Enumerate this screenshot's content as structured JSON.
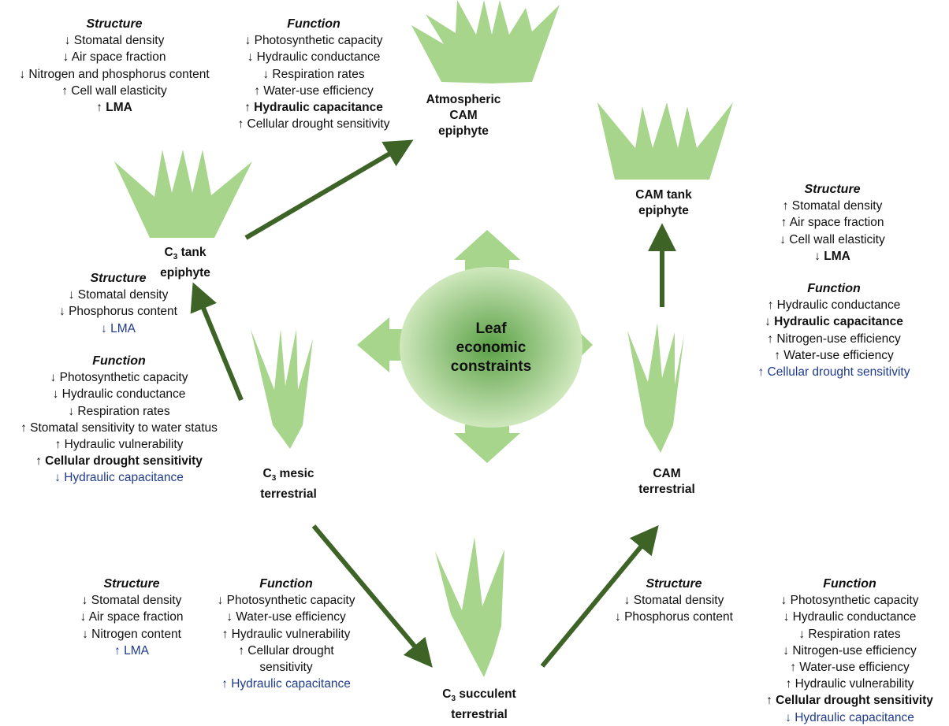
{
  "center": {
    "label_lines": [
      "Leaf",
      "economic",
      "constraints"
    ]
  },
  "nodes": {
    "atm_cam": {
      "lines": [
        "Atmospheric",
        "CAM",
        "epiphyte"
      ]
    },
    "c3_tank": {
      "line1_pre": "C",
      "line1_sub": "3",
      "line1_post": " tank",
      "line2": "epiphyte"
    },
    "cam_tank": {
      "lines": [
        "CAM tank",
        "epiphyte"
      ]
    },
    "c3_mesic": {
      "line1_pre": "C",
      "line1_sub": "3",
      "line1_post": " mesic",
      "line2": "terrestrial"
    },
    "cam_terr": {
      "lines": [
        "CAM",
        "terrestrial"
      ]
    },
    "c3_succ": {
      "line1_pre": "C",
      "line1_sub": "3",
      "line1_post": " succulent",
      "line2": "terrestrial"
    }
  },
  "blocks": {
    "atm_structure": {
      "title": "Structure",
      "lines": [
        {
          "t": "↓ Stomatal density"
        },
        {
          "t": "↓ Air space fraction"
        },
        {
          "t": "↓ Nitrogen and phosphorus content"
        },
        {
          "t": "↑ Cell wall elasticity"
        },
        {
          "t": "↑ LMA",
          "s": "bold"
        }
      ]
    },
    "atm_function": {
      "title": "Function",
      "lines": [
        {
          "t": "↓ Photosynthetic capacity"
        },
        {
          "t": "↓ Hydraulic conductance"
        },
        {
          "t": "↓ Respiration rates"
        },
        {
          "t": "↑ Water-use efficiency"
        },
        {
          "t": "↑ Hydraulic capacitance",
          "s": "bold"
        },
        {
          "t": "↑ Cellular drought sensitivity"
        }
      ]
    },
    "camtank_structure": {
      "title": "Structure",
      "lines": [
        {
          "t": "↑ Stomatal density"
        },
        {
          "t": "↑ Air space fraction"
        },
        {
          "t": "↓ Cell wall elasticity"
        },
        {
          "t": "↓ LMA",
          "s": "bold"
        }
      ]
    },
    "camtank_function": {
      "title": "Function",
      "lines": [
        {
          "t": "↑ Hydraulic conductance"
        },
        {
          "t": "↓ Hydraulic capacitance",
          "s": "bold"
        },
        {
          "t": "↑ Nitrogen-use efficiency"
        },
        {
          "t": "↑ Water-use efficiency"
        },
        {
          "t": "↑ Cellular drought sensitivity",
          "s": "blue"
        }
      ]
    },
    "c3tank_structure": {
      "title": "Structure",
      "lines": [
        {
          "t": "↓ Stomatal density"
        },
        {
          "t": "↓ Phosphorus content"
        },
        {
          "t": "↓ LMA",
          "s": "blue"
        }
      ]
    },
    "c3tank_function": {
      "title": "Function",
      "lines": [
        {
          "t": "↓ Photosynthetic capacity"
        },
        {
          "t": "↓ Hydraulic conductance"
        },
        {
          "t": "↓ Respiration rates"
        },
        {
          "t": "↑ Stomatal sensitivity to water status"
        },
        {
          "t": "↑ Hydraulic vulnerability"
        },
        {
          "t": "↑ Cellular drought sensitivity",
          "s": "bold"
        },
        {
          "t": "↓ Hydraulic capacitance",
          "s": "blue"
        }
      ]
    },
    "succ_structure": {
      "title": "Structure",
      "lines": [
        {
          "t": "↓ Stomatal density"
        },
        {
          "t": "↓ Air space fraction"
        },
        {
          "t": "↓ Nitrogen content"
        },
        {
          "t": "↑ LMA",
          "s": "blue"
        }
      ]
    },
    "succ_function": {
      "title": "Function",
      "lines": [
        {
          "t": "↓ Photosynthetic capacity"
        },
        {
          "t": "↓ Water-use efficiency"
        },
        {
          "t": "↑ Hydraulic vulnerability"
        },
        {
          "t": "↑ Cellular drought"
        },
        {
          "t": "sensitivity"
        },
        {
          "t": "↑ Hydraulic capacitance",
          "s": "blue"
        }
      ]
    },
    "camterr_structure": {
      "title": "Structure",
      "lines": [
        {
          "t": "↓ Stomatal density"
        },
        {
          "t": "↓ Phosphorus content"
        }
      ]
    },
    "camterr_function": {
      "title": "Function",
      "lines": [
        {
          "t": "↓ Photosynthetic capacity"
        },
        {
          "t": "↓ Hydraulic conductance"
        },
        {
          "t": "↓ Respiration rates"
        },
        {
          "t": "↓ Nitrogen-use efficiency"
        },
        {
          "t": "↑ Water-use efficiency"
        },
        {
          "t": "↑ Hydraulic vulnerability"
        },
        {
          "t": "↑ Cellular drought sensitivity",
          "s": "bold"
        },
        {
          "t": "↓ Hydraulic capacitance",
          "s": "blue"
        }
      ]
    }
  },
  "colors": {
    "plant": "#a6d58b",
    "arrow": "#3e6327",
    "center_dark": "#5aa045",
    "center_light": "#cfe8bd",
    "blue_text": "#1f3b8c"
  }
}
